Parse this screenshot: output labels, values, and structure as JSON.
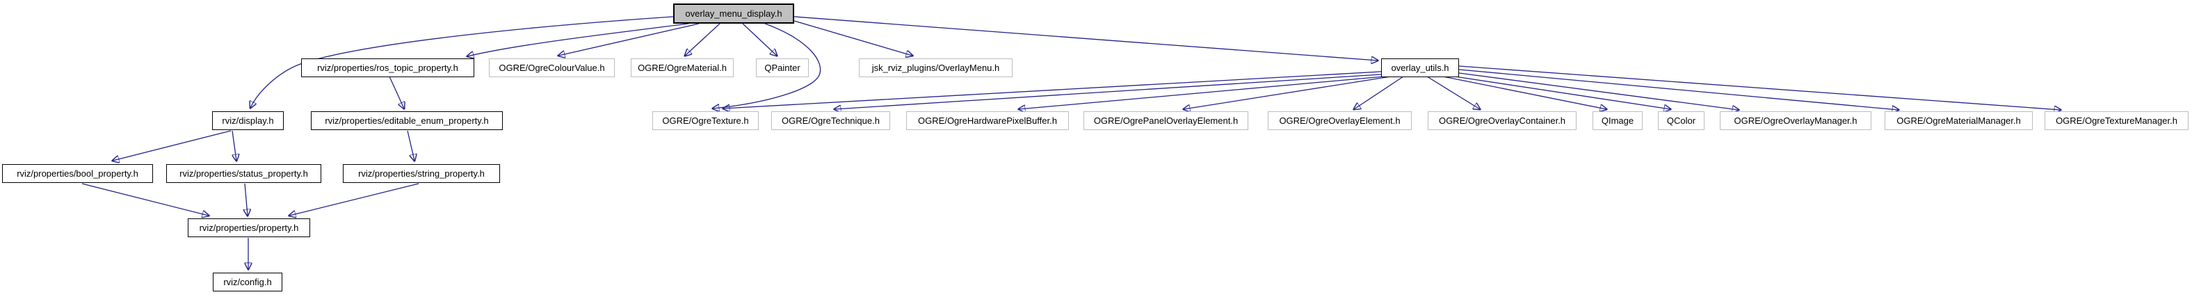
{
  "diagram": {
    "kind": "doxygen-include-dependency-graph",
    "root_file": "overlay_menu_display.h",
    "edge_color": "#23238b",
    "root_fill": "#c0c0c0",
    "node_fill": "#ffffff",
    "linked_node_border": "#000000",
    "external_node_border": "#bdbdbd"
  },
  "nodes": [
    {
      "id": "overlay_menu_display",
      "label": "overlay_menu_display.h",
      "kind": "root"
    },
    {
      "id": "ros_topic_property",
      "label": "rviz/properties/ros_topic_property.h",
      "kind": "linked"
    },
    {
      "id": "ogre_colour_value",
      "label": "OGRE/OgreColourValue.h",
      "kind": "external"
    },
    {
      "id": "ogre_material",
      "label": "OGRE/OgreMaterial.h",
      "kind": "external"
    },
    {
      "id": "qpainter",
      "label": "QPainter",
      "kind": "external"
    },
    {
      "id": "overlay_menu_msg",
      "label": "jsk_rviz_plugins/OverlayMenu.h",
      "kind": "external"
    },
    {
      "id": "overlay_utils",
      "label": "overlay_utils.h",
      "kind": "linked"
    },
    {
      "id": "rviz_display",
      "label": "rviz/display.h",
      "kind": "linked"
    },
    {
      "id": "editable_enum",
      "label": "rviz/properties/editable_enum_property.h",
      "kind": "linked"
    },
    {
      "id": "ogre_texture",
      "label": "OGRE/OgreTexture.h",
      "kind": "external"
    },
    {
      "id": "ogre_technique",
      "label": "OGRE/OgreTechnique.h",
      "kind": "external"
    },
    {
      "id": "ogre_hw_pixel_buffer",
      "label": "OGRE/OgreHardwarePixelBuffer.h",
      "kind": "external"
    },
    {
      "id": "ogre_panel_overlay",
      "label": "OGRE/OgrePanelOverlayElement.h",
      "kind": "external"
    },
    {
      "id": "ogre_overlay_element",
      "label": "OGRE/OgreOverlayElement.h",
      "kind": "external"
    },
    {
      "id": "ogre_overlay_container",
      "label": "OGRE/OgreOverlayContainer.h",
      "kind": "external"
    },
    {
      "id": "qimage",
      "label": "QImage",
      "kind": "external"
    },
    {
      "id": "qcolor",
      "label": "QColor",
      "kind": "external"
    },
    {
      "id": "ogre_overlay_manager",
      "label": "OGRE/OgreOverlayManager.h",
      "kind": "external"
    },
    {
      "id": "ogre_material_manager",
      "label": "OGRE/OgreMaterialManager.h",
      "kind": "external"
    },
    {
      "id": "ogre_texture_manager",
      "label": "OGRE/OgreTextureManager.h",
      "kind": "external"
    },
    {
      "id": "bool_property",
      "label": "rviz/properties/bool_property.h",
      "kind": "linked"
    },
    {
      "id": "status_property",
      "label": "rviz/properties/status_property.h",
      "kind": "linked"
    },
    {
      "id": "string_property",
      "label": "rviz/properties/string_property.h",
      "kind": "linked"
    },
    {
      "id": "property",
      "label": "rviz/properties/property.h",
      "kind": "linked"
    },
    {
      "id": "config",
      "label": "rviz/config.h",
      "kind": "linked"
    }
  ],
  "edges": [
    {
      "from": "overlay_menu_display",
      "to": "ros_topic_property"
    },
    {
      "from": "overlay_menu_display",
      "to": "rviz_display"
    },
    {
      "from": "overlay_menu_display",
      "to": "ogre_colour_value"
    },
    {
      "from": "overlay_menu_display",
      "to": "ogre_material"
    },
    {
      "from": "overlay_menu_display",
      "to": "qpainter"
    },
    {
      "from": "overlay_menu_display",
      "to": "ogre_texture"
    },
    {
      "from": "overlay_menu_display",
      "to": "overlay_menu_msg"
    },
    {
      "from": "overlay_menu_display",
      "to": "overlay_utils"
    },
    {
      "from": "ros_topic_property",
      "to": "editable_enum"
    },
    {
      "from": "rviz_display",
      "to": "bool_property"
    },
    {
      "from": "rviz_display",
      "to": "status_property"
    },
    {
      "from": "editable_enum",
      "to": "string_property"
    },
    {
      "from": "bool_property",
      "to": "property"
    },
    {
      "from": "status_property",
      "to": "property"
    },
    {
      "from": "string_property",
      "to": "property"
    },
    {
      "from": "property",
      "to": "config"
    },
    {
      "from": "overlay_utils",
      "to": "ogre_texture"
    },
    {
      "from": "overlay_utils",
      "to": "ogre_technique"
    },
    {
      "from": "overlay_utils",
      "to": "ogre_hw_pixel_buffer"
    },
    {
      "from": "overlay_utils",
      "to": "ogre_panel_overlay"
    },
    {
      "from": "overlay_utils",
      "to": "ogre_overlay_element"
    },
    {
      "from": "overlay_utils",
      "to": "ogre_overlay_container"
    },
    {
      "from": "overlay_utils",
      "to": "qimage"
    },
    {
      "from": "overlay_utils",
      "to": "qcolor"
    },
    {
      "from": "overlay_utils",
      "to": "ogre_overlay_manager"
    },
    {
      "from": "overlay_utils",
      "to": "ogre_material_manager"
    },
    {
      "from": "overlay_utils",
      "to": "ogre_texture_manager"
    }
  ]
}
